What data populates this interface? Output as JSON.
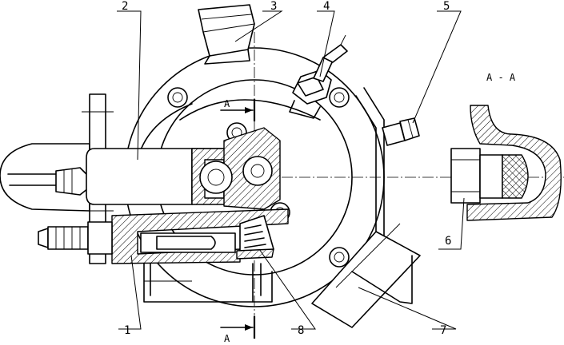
{
  "callouts": [
    "1",
    "2",
    "3",
    "4",
    "5",
    "6",
    "7",
    "8"
  ],
  "section": {
    "view_title": "A - A",
    "cut_mark_upper": "A",
    "cut_mark_lower": "A"
  }
}
